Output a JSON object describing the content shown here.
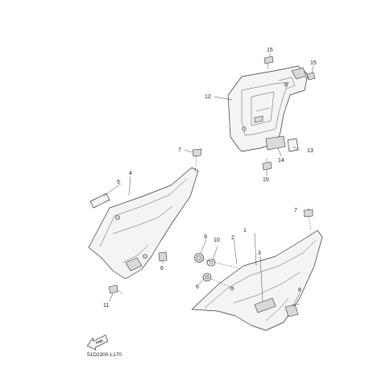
{
  "diagram_code": "51D2300-L170",
  "fwd_label": "FWD",
  "callouts": {
    "c1": "1",
    "c2": "2",
    "c3": "3",
    "c4": "4",
    "c5": "5",
    "c6a": "6",
    "c6b": "6",
    "c7a": "7",
    "c7b": "7",
    "c8": "8",
    "c9": "9",
    "c10": "10",
    "c11": "11",
    "c12": "12",
    "c13": "13",
    "c14": "14",
    "c15a": "15",
    "c15b": "15",
    "c15c": "15"
  }
}
